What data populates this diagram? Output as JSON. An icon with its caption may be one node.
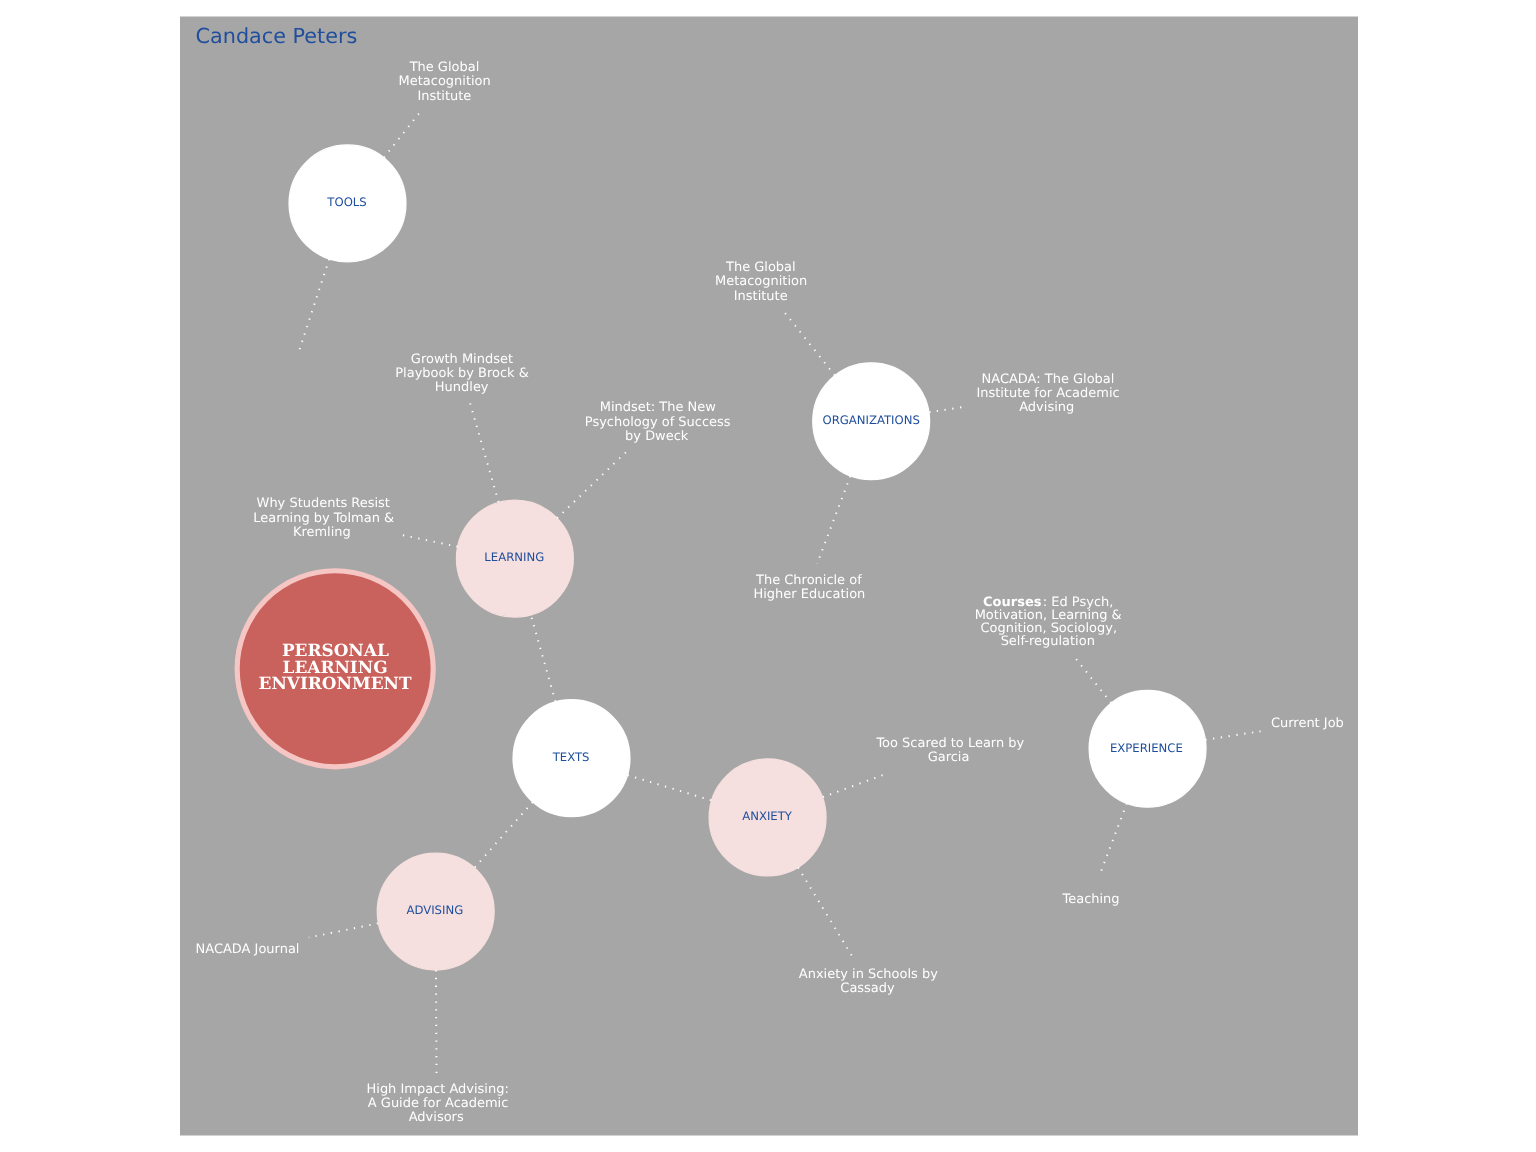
{
  "diagram": {
    "title": "Candace Peters",
    "nodes": [
      {
        "text": [
          "PERSONAL LEARNING ENVIRONMENT"
        ]
      },
      {
        "text": [
          "EXPERIENCE"
        ]
      },
      {
        "text": [
          "Current Job"
        ]
      },
      {
        "text": [
          "Teaching"
        ]
      },
      {
        "text": [
          "**Courses**: Ed Psych, Motivation, Learning & Cognition, Sociology, Self-regulation"
        ]
      },
      {
        "text": [
          "TOOLS"
        ]
      },
      {
        "text": [
          "The Global Metacognition Institute"
        ]
      },
      {
        "text": [
          "ORGANIZATIONS"
        ]
      },
      {
        "text": [
          "NACADA: The Global Institute for Academic Advising"
        ]
      },
      {
        "text": [
          "The Chronicle of Higher Education"
        ]
      },
      {
        "text": [
          "The Global Metacognition Institute"
        ]
      },
      {
        "text": [
          "LEARNING"
        ]
      },
      {
        "text": [
          "Mindset: The New Psychology of Success by Dweck"
        ]
      },
      {
        "text": [
          "Why Students Resist Learning by Tolman & Kremling"
        ]
      },
      {
        "text": [
          "Growth Mindset Playbook by Brock & Hundley"
        ]
      },
      {
        "text": [
          "TEXTS"
        ]
      },
      {
        "text": [
          "ADVISING"
        ]
      },
      {
        "text": [
          "NACADA Journal"
        ]
      },
      {
        "text": [
          "High Impact Advising: A Guide for Academic Advisors"
        ]
      },
      {
        "text": [
          "ANXIETY"
        ]
      },
      {
        "text": [
          "Too Scared to Learn by Garcia"
        ]
      },
      {
        "text": [
          "Anxiety in Schools by Cassady"
        ]
      }
    ],
    "edges": [
      {
        "from": 1,
        "to": 2,
        "arrow": "none",
        "style": "dashed"
      },
      {
        "from": 1,
        "to": 3,
        "arrow": "none",
        "style": "dashed"
      },
      {
        "from": 1,
        "to": 4,
        "arrow": "none",
        "style": "dashed"
      },
      {
        "from": 5,
        "to": 6,
        "arrow": "none",
        "style": "dashed"
      },
      {
        "from": 5,
        "to": null,
        "arrow": "none",
        "style": "dashed"
      },
      {
        "from": 7,
        "to": 8,
        "arrow": "none",
        "style": "dashed"
      },
      {
        "from": 7,
        "to": 9,
        "arrow": "none",
        "style": "dashed"
      },
      {
        "from": 7,
        "to": 10,
        "arrow": "none",
        "style": "dashed"
      },
      {
        "from": 11,
        "to": 12,
        "arrow": "none",
        "style": "dashed"
      },
      {
        "from": 11,
        "to": 13,
        "arrow": "none",
        "style": "dashed"
      },
      {
        "from": 11,
        "to": 14,
        "arrow": "none",
        "style": "dashed"
      },
      {
        "from": 15,
        "to": 11,
        "arrow": "none",
        "style": "dashed"
      },
      {
        "from": 15,
        "to": 16,
        "arrow": "none",
        "style": "dashed"
      },
      {
        "from": 15,
        "to": 19,
        "arrow": "none",
        "style": "dashed"
      },
      {
        "from": 16,
        "to": 17,
        "arrow": "none",
        "style": "dashed"
      },
      {
        "from": 16,
        "to": 18,
        "arrow": "none",
        "style": "dashed"
      },
      {
        "from": 19,
        "to": 20,
        "arrow": "none",
        "style": "dashed"
      },
      {
        "from": 19,
        "to": 21,
        "arrow": "none",
        "style": "dashed"
      }
    ]
  }
}
